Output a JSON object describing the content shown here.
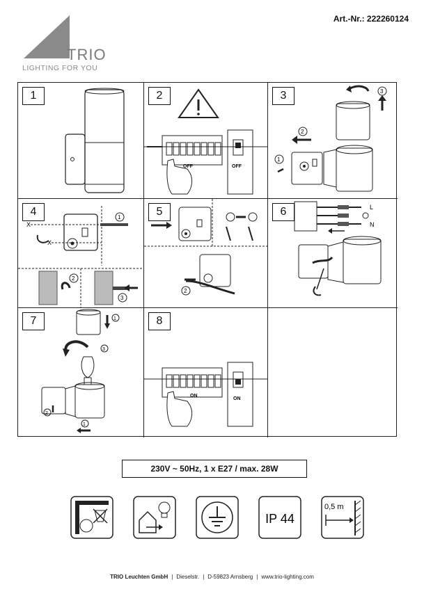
{
  "header": {
    "art_nr": "Art.-Nr.: 222260124",
    "brand_name": "TRIO",
    "brand_tagline": "LIGHTING FOR YOU"
  },
  "steps": [
    {
      "number": "1"
    },
    {
      "number": "2",
      "labels": {
        "off_a": "OFF",
        "off_b": "OFF"
      }
    },
    {
      "number": "3",
      "callouts": [
        "1",
        "2",
        "3"
      ]
    },
    {
      "number": "4",
      "callouts": [
        "1",
        "2",
        "3"
      ],
      "marks": [
        "X",
        "X"
      ]
    },
    {
      "number": "5",
      "callouts": [
        "2"
      ]
    },
    {
      "number": "6",
      "labels": {
        "l": "L",
        "n": "N"
      }
    },
    {
      "number": "7",
      "callouts": [
        "1",
        "2",
        "3"
      ]
    },
    {
      "number": "8",
      "labels": {
        "on_a": "ON",
        "on_b": "ON"
      }
    }
  ],
  "spec": "230V ~ 50Hz, 1 x E27 / max. 28W",
  "icons": [
    {
      "name": "no-bulb-icon"
    },
    {
      "name": "indoor-outdoor-icon"
    },
    {
      "name": "earth-ground-icon"
    },
    {
      "name": "ip44-icon",
      "text": "IP 44"
    },
    {
      "name": "min-distance-icon",
      "text": "0,5 m"
    }
  ],
  "footer": {
    "company": "TRIO Leuchten GmbH",
    "street": "Dieselstr.",
    "city": "D-59823 Arnsberg",
    "web": "www.trio-lighting.com"
  }
}
